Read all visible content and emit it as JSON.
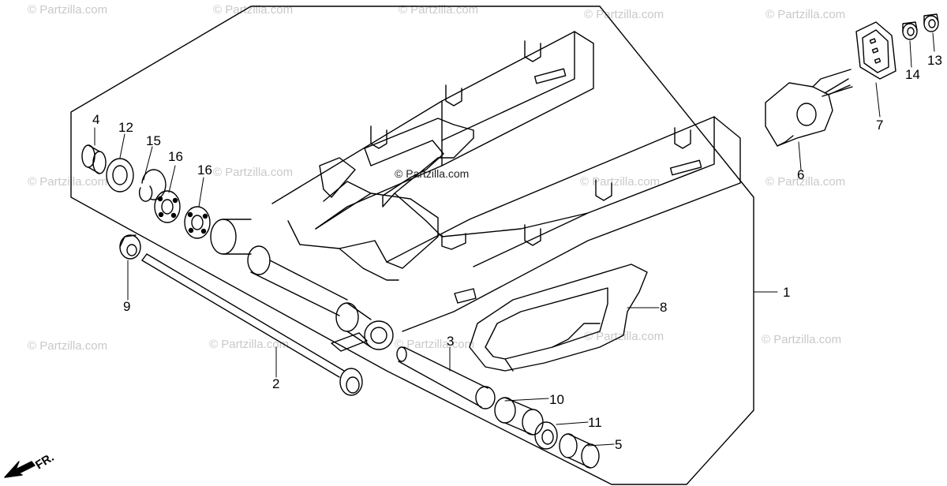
{
  "watermark": "© Partzilla.com",
  "center_credit": "© Partzilla.com",
  "direction_marker": "FR.",
  "callouts": [
    "1",
    "2",
    "3",
    "4",
    "5",
    "6",
    "7",
    "8",
    "9",
    "10",
    "11",
    "12",
    "13",
    "14",
    "15",
    "16",
    "16"
  ]
}
